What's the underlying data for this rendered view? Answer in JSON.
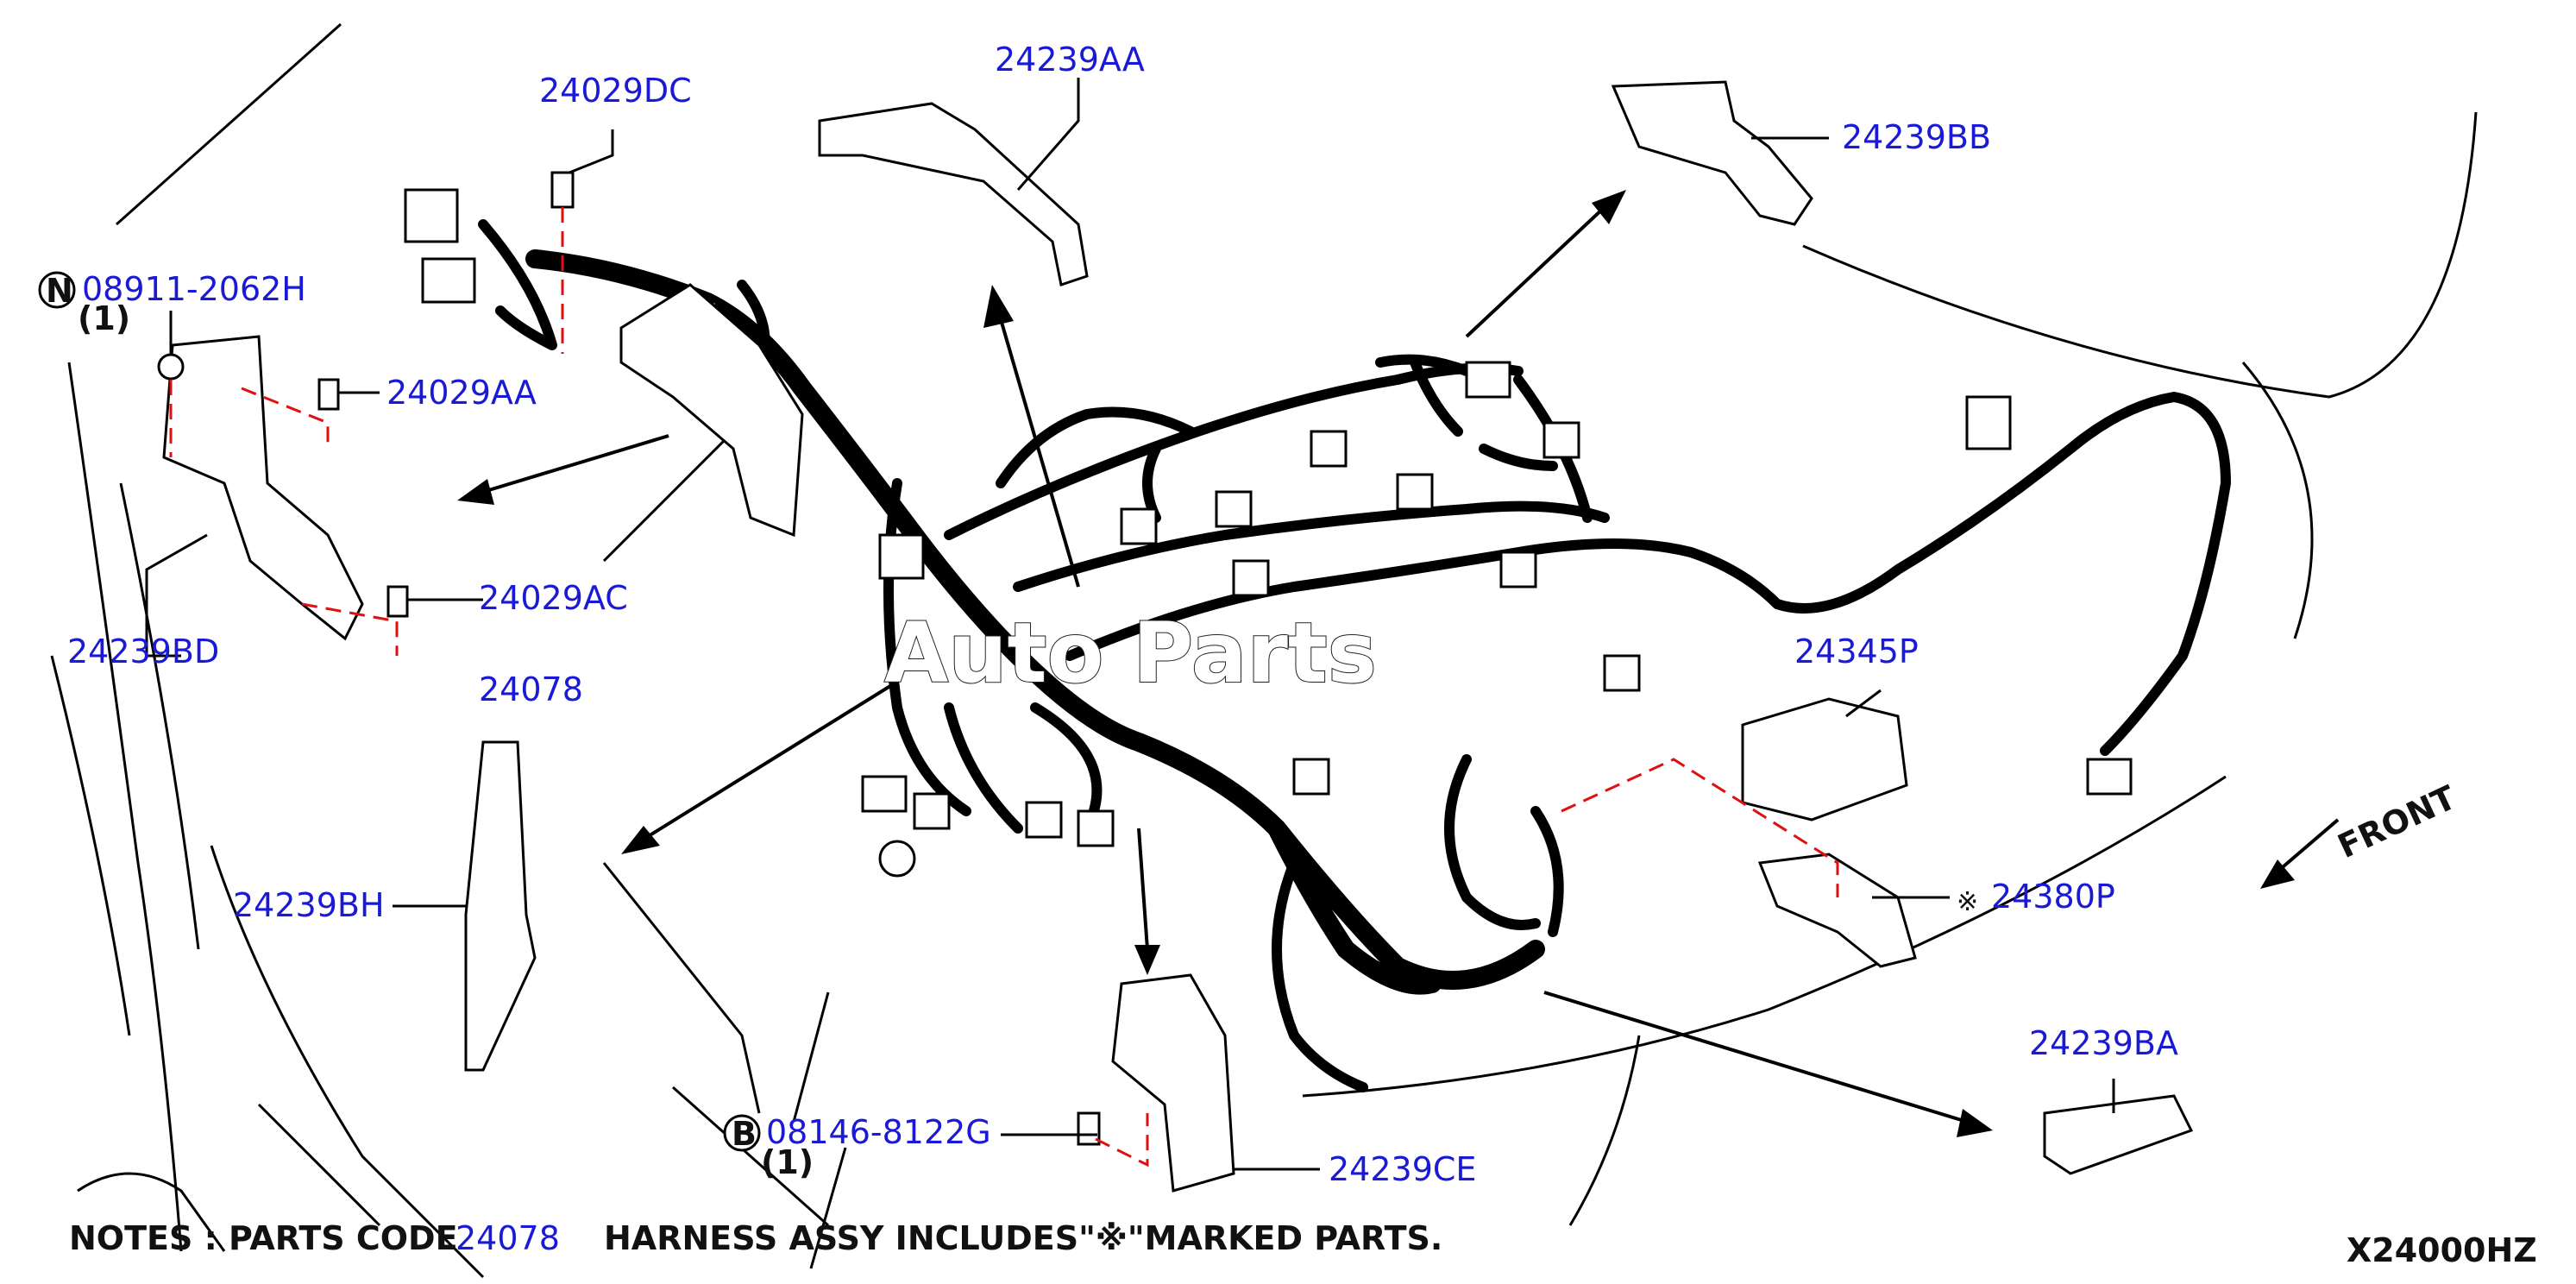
{
  "labels": {
    "p24029DC": "24029DC",
    "p24239AA": "24239AA",
    "p24239BB": "24239BB",
    "p08911": "08911-2062H",
    "p08911_qty": "(1)",
    "p08911_badge": "N",
    "p24029AA": "24029AA",
    "p24029AC": "24029AC",
    "p24239BD": "24239BD",
    "p24078": "24078",
    "p24345P": "24345P",
    "p24239BH": "24239BH",
    "p24380P": "24380P",
    "p24380P_mark": "※",
    "p08146": "08146-8122G",
    "p08146_qty": "(1)",
    "p08146_badge": "B",
    "p24239CE": "24239CE",
    "p24239BA": "24239BA",
    "front": "FRONT"
  },
  "watermark": "Auto Parts",
  "notes": {
    "prefix": "NOTES : PARTS CODE",
    "code": "24078",
    "suffix": "HARNESS ASSY INCLUDES\"※\"MARKED PARTS."
  },
  "diagram_id": "X24000HZ"
}
